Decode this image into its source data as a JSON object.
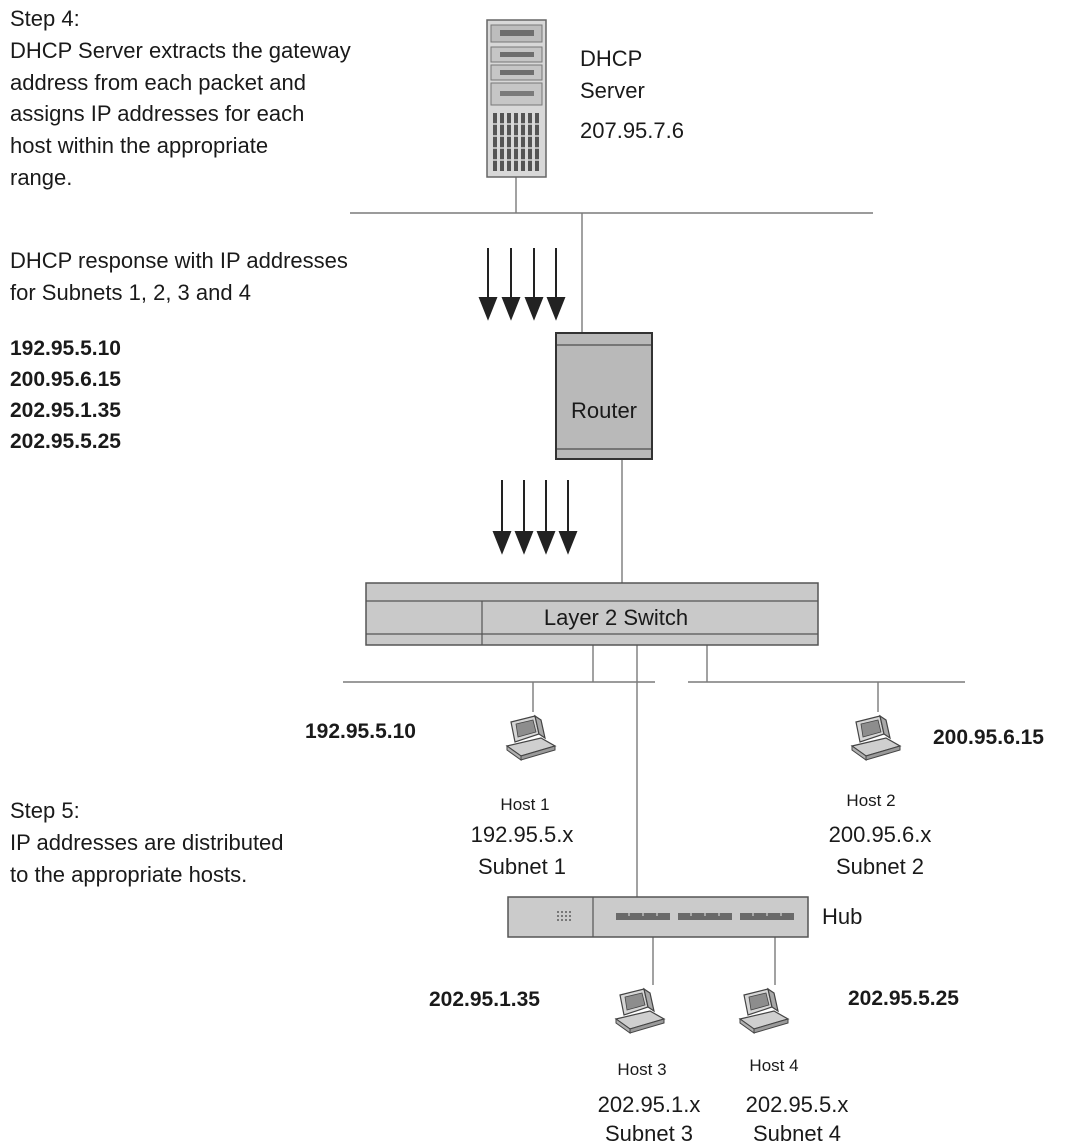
{
  "step4": {
    "lines": [
      "Step 4:",
      "DHCP Server extracts the gateway",
      "address from each packet and",
      "assigns IP addresses for each",
      "host within the appropriate",
      "range."
    ]
  },
  "server": {
    "label_line1": "DHCP",
    "label_line2": "Server",
    "ip": "207.95.7.6"
  },
  "response": {
    "lines": [
      "DHCP response with IP addresses",
      "for Subnets 1, 2, 3 and 4"
    ],
    "ips": [
      "192.95.5.10",
      "200.95.6.15",
      "202.95.1.35",
      "202.95.5.25"
    ]
  },
  "router": {
    "label": "Router"
  },
  "switch": {
    "label": "Layer 2 Switch"
  },
  "hub": {
    "label": "Hub"
  },
  "step5": {
    "lines": [
      "Step 5:",
      "IP addresses are distributed",
      "to the appropriate hosts."
    ]
  },
  "hosts": [
    {
      "name": "Host 1",
      "assigned_ip": "192.95.5.10",
      "network": "192.95.5.x",
      "subnet": "Subnet 1"
    },
    {
      "name": "Host 2",
      "assigned_ip": "200.95.6.15",
      "network": "200.95.6.x",
      "subnet": "Subnet 2"
    },
    {
      "name": "Host 3",
      "assigned_ip": "202.95.1.35",
      "network": "202.95.1.x",
      "subnet": "Subnet 3"
    },
    {
      "name": "Host 4",
      "assigned_ip": "202.95.5.25",
      "network": "202.95.5.x",
      "subnet": "Subnet 4"
    }
  ],
  "colors": {
    "device_fill": "#c9c9c9",
    "router_fill": "#b9b9b9",
    "wire": "#7a7a7a",
    "text": "#1a1a1a"
  },
  "icons": {
    "server": "server-tower-icon",
    "workstation": "desktop-computer-icon",
    "arrow": "down-arrow-icon"
  }
}
